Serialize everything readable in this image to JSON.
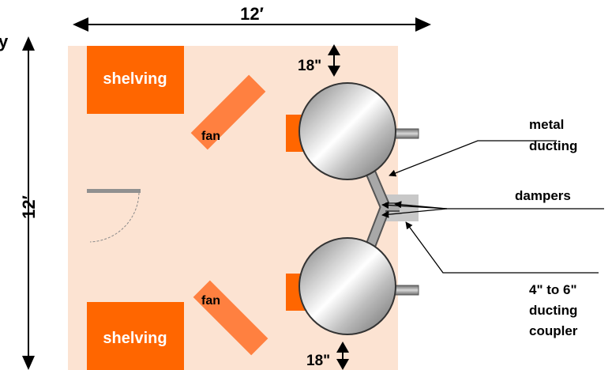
{
  "dimensions": {
    "width_label": "12′",
    "height_label": "12′"
  },
  "left_edge_fragment": "y",
  "shelving": [
    {
      "label": "shelving"
    },
    {
      "label": "shelving"
    }
  ],
  "fans": [
    {
      "label": "fan"
    },
    {
      "label": "fan"
    }
  ],
  "clearances": [
    {
      "label": "18\""
    },
    {
      "label": "18\""
    }
  ],
  "callouts": {
    "metal_ducting": {
      "line1": "metal",
      "line2": "ducting"
    },
    "dampers": {
      "label": "dampers"
    },
    "coupler": {
      "line1": "4\" to 6\"",
      "line2": "ducting",
      "line3": "coupler"
    }
  },
  "colors": {
    "room_floor": "#FCE3D2",
    "shelving": "#FF6600",
    "fan": "#FF8040",
    "vent_block": "#FF6600",
    "duct": "#909090",
    "coupler": "#C8C8C8",
    "door": "#909090"
  }
}
